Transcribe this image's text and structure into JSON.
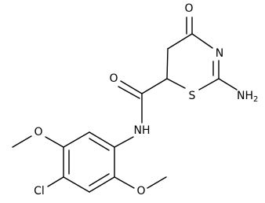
{
  "colors": {
    "ink": "#000000",
    "background": "#ffffff"
  },
  "atoms": {
    "ketone_oxygen": "O",
    "ring_nitrogen": "N",
    "amino": "NH",
    "amino_h_count": "2",
    "ring_sulfur": "S",
    "amide_oxygen": "O",
    "amide_nh": "NH",
    "methoxy_top_oxygen": "O",
    "methoxy_bottom_oxygen": "O",
    "chlorine": "Cl"
  }
}
